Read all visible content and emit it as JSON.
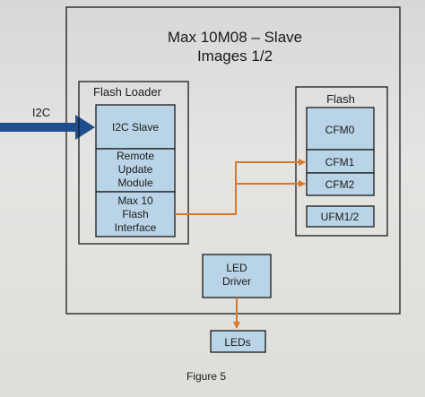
{
  "title_line1": "Max 10M08 – Slave",
  "title_line2": "Images 1/2",
  "input_label": "I2C",
  "flash_loader": {
    "label": "Flash Loader",
    "i2c_slave": "I2C Slave",
    "remote_update": [
      "Remote",
      "Update",
      "Module"
    ],
    "flash_interface": [
      "Max 10",
      "Flash",
      "Interface"
    ]
  },
  "flash": {
    "label": "Flash",
    "cfm0": "CFM0",
    "cfm1": "CFM1",
    "cfm2": "CFM2",
    "ufm": "UFM1/2"
  },
  "led_driver": [
    "LED",
    "Driver"
  ],
  "leds": "LEDs",
  "caption": "Figure 5",
  "colors": {
    "box_fill": "#b9d4e6",
    "input_arrow": "#1f4e8c",
    "orange_arrow": "#d9782d"
  }
}
